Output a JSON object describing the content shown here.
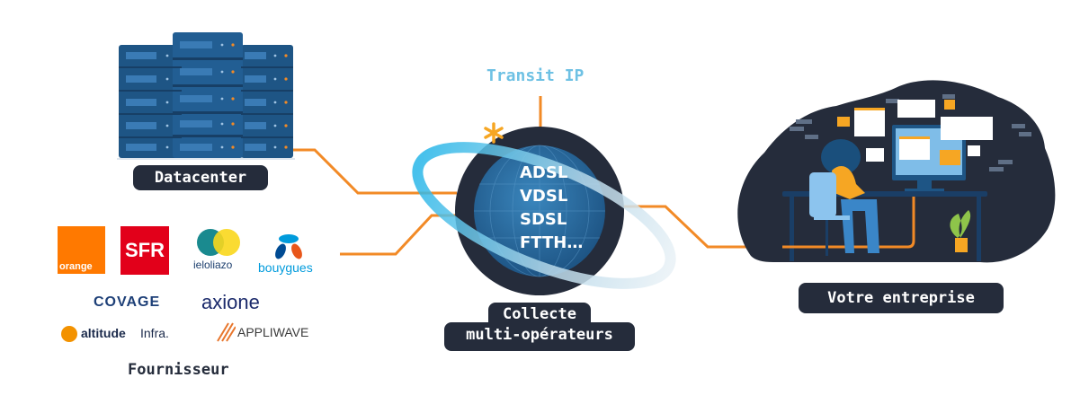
{
  "nodes": {
    "datacenter": {
      "label": "Datacenter"
    },
    "fournisseur": {
      "label": "Fournisseur"
    },
    "transit": {
      "label": "Transit IP"
    },
    "collecte": {
      "label_line1": "Collecte",
      "label_line2": "multi-opérateurs"
    },
    "entreprise": {
      "label": "Votre entreprise"
    }
  },
  "globe_technologies": [
    "ADSL",
    "VDSL",
    "SDSL",
    "FTTH…"
  ],
  "providers": [
    {
      "name": "orange",
      "text": "orange",
      "color": "#ff7900"
    },
    {
      "name": "sfr",
      "text": "SFR",
      "color": "#e2001a"
    },
    {
      "name": "ielo-liazo",
      "text": "ieloliazo",
      "color": "#1a8a8f"
    },
    {
      "name": "bouygues",
      "text": "bouygues",
      "color": "#009bdc"
    },
    {
      "name": "covage",
      "text": "COVAGE",
      "color": "#1d3f77"
    },
    {
      "name": "axione",
      "text": "axione",
      "color": "#1b2a6b"
    },
    {
      "name": "altitude-infra",
      "text": "altitude",
      "text2": "Infra.",
      "color": "#f39200"
    },
    {
      "name": "appliwave",
      "text": "APPLIWAVE",
      "color": "#e8762c"
    }
  ],
  "colors": {
    "dark": "#252c3b",
    "orange_line": "#f28a26",
    "transit_text": "#6ec1e4",
    "globe": "#2a6aa0",
    "orbit": "#27b6e8"
  }
}
